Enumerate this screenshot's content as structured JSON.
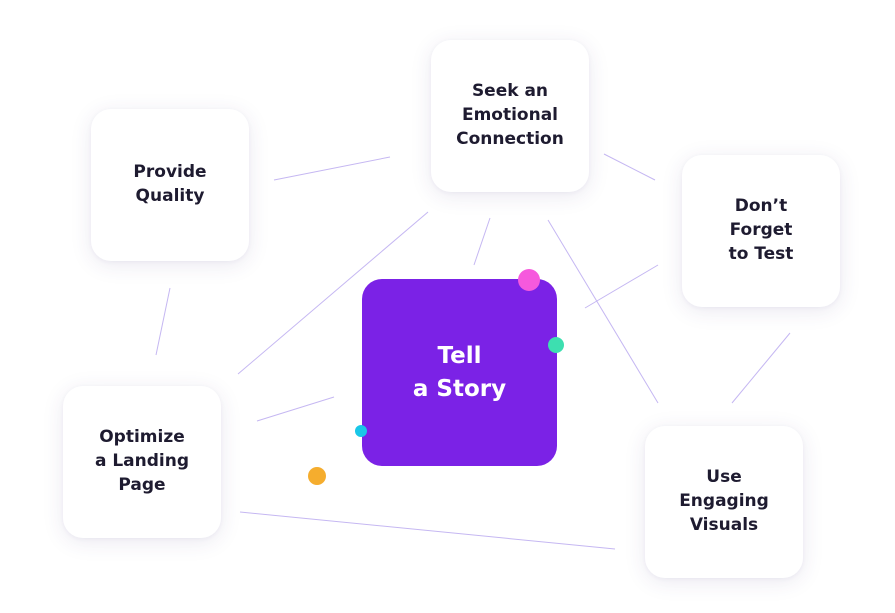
{
  "diagram": {
    "center": {
      "label": "Tell\na Story"
    },
    "nodes": {
      "emotional": {
        "label": "Seek an\nEmotional\nConnection"
      },
      "quality": {
        "label": "Provide\nQuality"
      },
      "test": {
        "label": "Don’t\nForget\nto Test"
      },
      "landing": {
        "label": "Optimize\na Landing\nPage"
      },
      "visuals": {
        "label": "Use\nEngaging\nVisuals"
      }
    }
  },
  "colors": {
    "center_fill": "#7b22e6",
    "connector": "#c5b7f2",
    "dot_pink": "#f659dd",
    "dot_green": "#3ddfb0",
    "dot_cyan": "#19c7e8",
    "dot_orange": "#f5ad2e"
  }
}
